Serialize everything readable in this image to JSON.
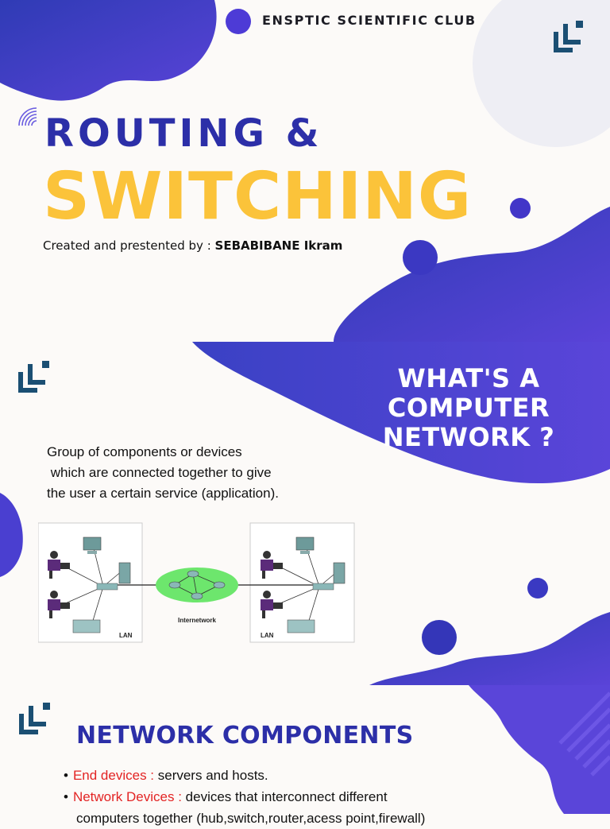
{
  "header": {
    "club": "ENSPTIC SCIENTIFIC CLUB"
  },
  "title": {
    "line1": "ROUTING &",
    "line2": "SWITCHING"
  },
  "byline": {
    "prefix": "Created and prestented by : ",
    "author": "SEBABIBANE Ikram"
  },
  "section1": {
    "heading_lines": [
      "WHAT'S A",
      "COMPUTER",
      "NETWORK ?"
    ],
    "description_lines": [
      "Group of components or devices",
      " which are connected together to give",
      "the user a certain service (application)."
    ]
  },
  "diagram": {
    "label_internetwork": "Internetwork",
    "label_lan_left": "LAN",
    "label_lan_right": "LAN"
  },
  "section2": {
    "heading": "NETWORK COMPONENTS",
    "items": [
      {
        "term": "End devices :",
        "desc": " servers and hosts."
      },
      {
        "term": "Network Devices :",
        "desc": " devices that interconnect different",
        "continuation": "computers together (hub,switch,router,acess point,firewall)"
      }
    ]
  },
  "colors": {
    "accent_blue": "#2c2fa8",
    "accent_yellow": "#fbc33a",
    "term_red": "#e32424",
    "logo_teal": "#1b4f73"
  }
}
